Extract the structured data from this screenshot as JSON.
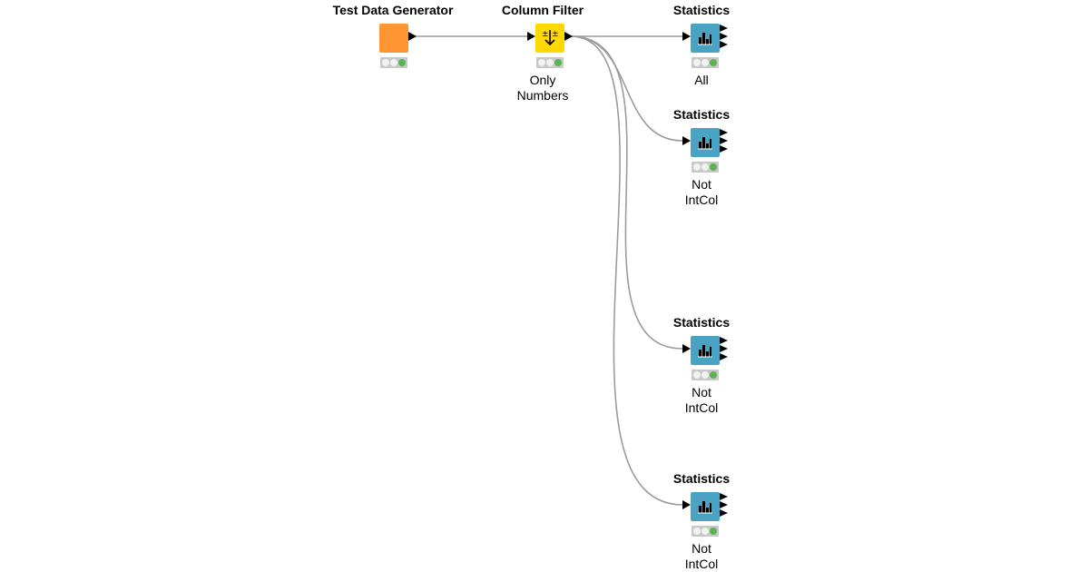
{
  "colors": {
    "source_node": "#ff9632",
    "manipulator_node": "#ffd800",
    "other_node": "#4ba3c3",
    "connection": "#9b9b9b",
    "status_green": "#57b451",
    "status_off": "#f2f2f2",
    "status_bar": "#c8c8c8"
  },
  "nodes": [
    {
      "id": "test-data-generator",
      "title": "Test Data Generator",
      "icon": "source-node-icon",
      "label_lines": []
    },
    {
      "id": "column-filter",
      "title": "Column Filter",
      "icon": "column-filter-icon",
      "label_lines": [
        "Only",
        "Numbers"
      ]
    },
    {
      "id": "statistics-all",
      "title": "Statistics",
      "icon": "statistics-icon",
      "label_lines": [
        "All"
      ]
    },
    {
      "id": "statistics-not-intcol-1",
      "title": "Statistics",
      "icon": "statistics-icon",
      "label_lines": [
        "Not",
        "IntCol"
      ]
    },
    {
      "id": "statistics-not-intcol-2",
      "title": "Statistics",
      "icon": "statistics-icon",
      "label_lines": [
        "Not",
        "IntCol"
      ]
    },
    {
      "id": "statistics-not-intcol-3",
      "title": "Statistics",
      "icon": "statistics-icon",
      "label_lines": [
        "Not",
        "IntCol"
      ]
    }
  ]
}
